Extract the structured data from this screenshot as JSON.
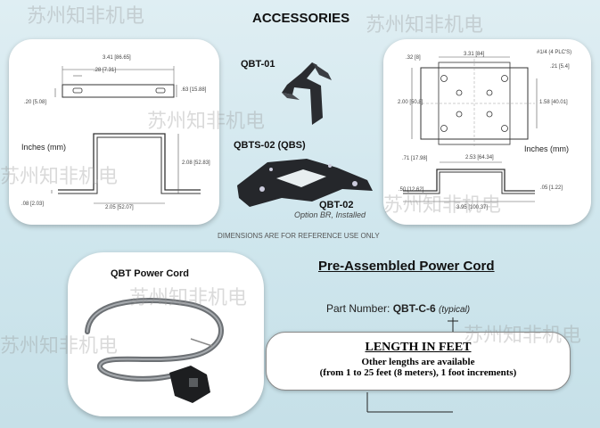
{
  "header": {
    "title": "ACCESSORIES"
  },
  "left_drawing": {
    "dim_top": "3.41 [86.65]",
    "dim_slot": ".28 [7.31]",
    "dim_left": ".20 [5.08]",
    "dim_right": ".63 [15.88]",
    "units": "Inches (mm)",
    "dim_height": "2.08 [52.83]",
    "dim_thick": ".08 [2.03]",
    "dim_width": "2.05 [52.07]"
  },
  "center": {
    "qbt01": "QBT-01",
    "qbts02": "QBTS-02 (QBS)",
    "qbt02": "QBT-02",
    "option": "Option BR, Installed"
  },
  "right_drawing": {
    "dim_top_left": ".32 [8]",
    "dim_top": "3.31 [84]",
    "dim_holes": "#1/4 (4 PLC'S)",
    "dim_right_small": ".21 [5.4]",
    "dim_height": "2.00 [50.8]",
    "dim_inner": "1.58 [40.01]",
    "units": "Inches (mm)",
    "dim_side": ".71 [17.98]",
    "dim_flange": "2.53 [64.34]",
    "dim_base": ".50 [12.62]",
    "dim_thick": ".05 [1.22]",
    "dim_overall": "3.95 [100.37]"
  },
  "footnote": "DIMENSIONS ARE FOR REFERENCE USE ONLY",
  "cord_panel": {
    "title": "QBT Power Cord"
  },
  "preassembled": {
    "heading": "Pre-Assembled Power Cord",
    "part_label": "Part Number:",
    "part_code": "QBT-C-6",
    "part_note": "(typical)",
    "box_title": "LENGTH IN FEET",
    "box_line1": "Other lengths are available",
    "box_line2": "(from 1 to 25 feet (8 meters), 1 foot increments)"
  },
  "watermarks": [
    "苏州知非机电",
    "苏州知非机电",
    "苏州知非机电",
    "苏州知非机电",
    "苏州知非机电",
    "苏州知非机电",
    "苏州知非机电",
    "苏州知非机电"
  ],
  "colors": {
    "background": "#d2e7ee",
    "panel": "#ffffff",
    "ink": "#111111"
  }
}
